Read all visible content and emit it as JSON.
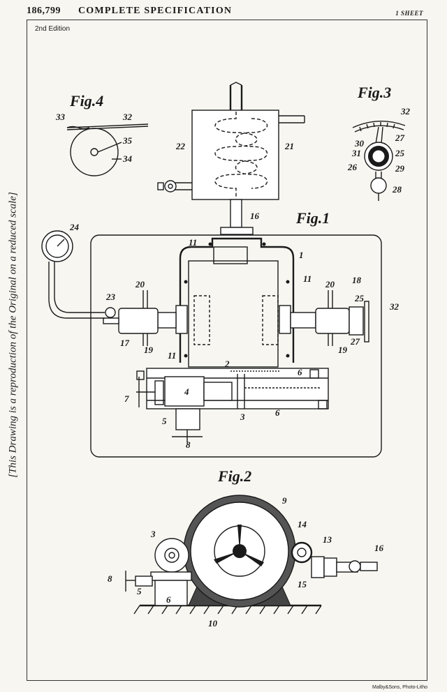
{
  "header": {
    "number": "186,799",
    "title": "COMPLETE SPECIFICATION",
    "sheet": "1 SHEET",
    "edition": "2nd Edition"
  },
  "side_note": "[This Drawing is a reproduction of the Original on a reduced scale]",
  "footer": {
    "lithographer": "Malby&Sons, Photo-Litho"
  },
  "figures": {
    "fig1": "Fig.1",
    "fig2": "Fig.2",
    "fig3": "Fig.3",
    "fig4": "Fig.4"
  },
  "labels": {
    "fig4": [
      "33",
      "32",
      "35",
      "34"
    ],
    "top": [
      "22",
      "21",
      "16"
    ],
    "fig3": [
      "32",
      "27",
      "30",
      "31",
      "25",
      "26",
      "29",
      "28"
    ],
    "fig1": [
      "24",
      "23",
      "20",
      "17",
      "19",
      "11",
      "1",
      "11",
      "11",
      "20",
      "18",
      "25",
      "32",
      "27",
      "19",
      "2",
      "6",
      "4",
      "7",
      "5",
      "3",
      "6",
      "8"
    ],
    "fig2": [
      "9",
      "14",
      "13",
      "16",
      "3",
      "8",
      "5",
      "6",
      "15",
      "10"
    ]
  }
}
